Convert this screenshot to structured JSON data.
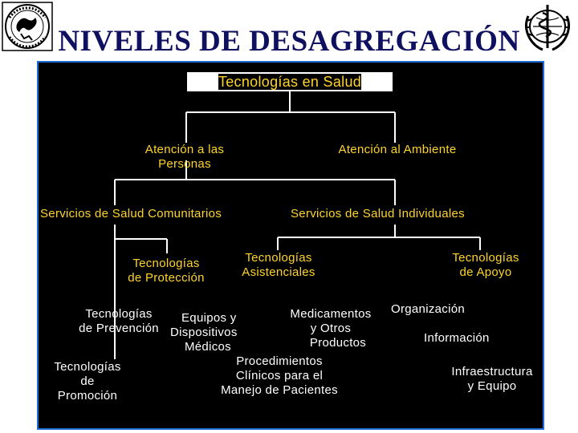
{
  "title": "NIVELES DE DESAGREGACIÓN",
  "colors": {
    "background": "#000000",
    "panel_border": "#1e6ad6",
    "title": "#101060",
    "node_text": "#ffd42a",
    "leaf_text": "#ffffff",
    "connector": "#ffffff"
  },
  "icons": {
    "left_logo": "organization-seal-icon",
    "right_logo": "who-emblem-icon"
  },
  "nodes": {
    "root": "Tecnologías en Salud",
    "personas": [
      "Atención a las",
      "Personas"
    ],
    "ambiente": "Atención al Ambiente",
    "comunitarios": "Servicios de Salud Comunitarios",
    "individuales": "Servicios de Salud Individuales",
    "proteccion": [
      "Tecnologías",
      "de Protección"
    ],
    "asistenciales": [
      "Tecnologías",
      "Asistenciales"
    ],
    "apoyo": [
      "Tecnologías",
      "de Apoyo"
    ]
  },
  "leaves": {
    "prevencion": [
      "Tecnologías",
      "de Prevención"
    ],
    "promocion": [
      "Tecnologías",
      "de",
      "Promoción"
    ],
    "equipos": [
      "Equipos y",
      "Dispositivos",
      "Médicos"
    ],
    "medicamentos": [
      "Medicamentos",
      "y Otros",
      "Productos"
    ],
    "procedimientos": [
      "Procedimientos",
      "Clínicos para el",
      "Manejo de Pacientes"
    ],
    "organizacion": "Organización",
    "informacion": "Información",
    "infraestructura": [
      "Infraestructura",
      "y Equipo"
    ]
  }
}
